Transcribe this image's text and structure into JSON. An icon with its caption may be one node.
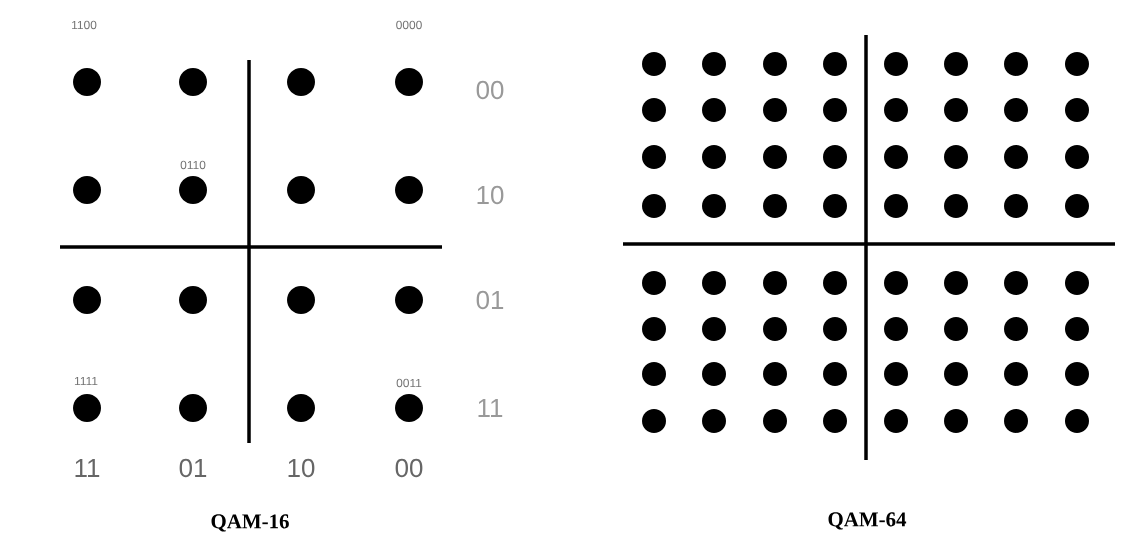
{
  "diagram": {
    "labels": [
      "1100",
      "0000",
      "00",
      "0110",
      "10",
      "01",
      "1111",
      "0011",
      "11",
      "11",
      "01",
      "10",
      "00",
      "QAM-16",
      "QAM-64"
    ]
  }
}
